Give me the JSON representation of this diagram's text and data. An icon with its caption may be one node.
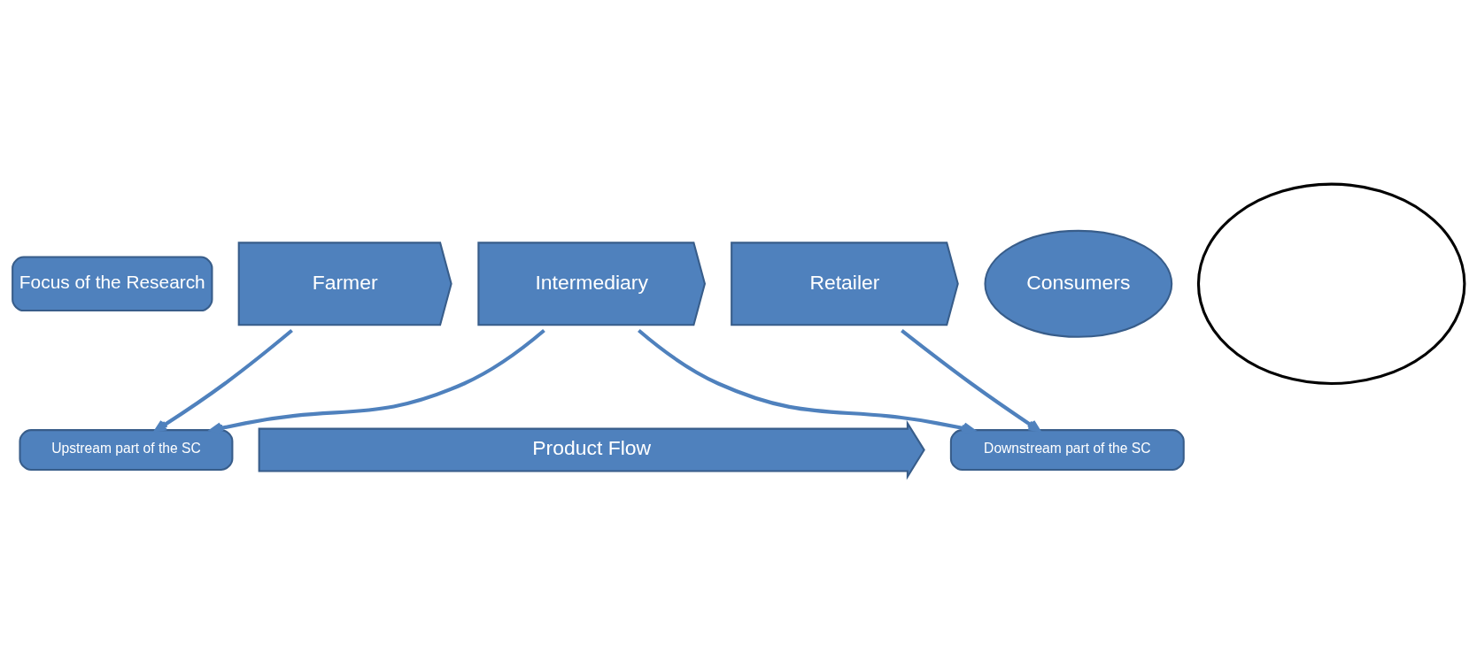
{
  "diagram": {
    "nodes": [
      {
        "text": [
          "Focus of the Research"
        ]
      },
      {
        "text": [],
        "shape": "circle"
      },
      {
        "text": [
          "Upstream part of the SC"
        ]
      },
      {
        "text": [
          "Downstream part of the SC"
        ]
      },
      {
        "text": [
          "Farmer"
        ]
      },
      {
        "text": [
          "Intermediary"
        ]
      },
      {
        "text": [
          "Retailer"
        ]
      },
      {
        "text": [
          "Consumers"
        ]
      },
      {
        "text": [
          "Product Flow"
        ]
      }
    ],
    "edges": [
      {
        "from": 4,
        "to": 2,
        "arrow": "to"
      },
      {
        "from": 5,
        "to": 2,
        "arrow": "to"
      },
      {
        "from": 5,
        "to": 3,
        "arrow": "to"
      },
      {
        "from": 6,
        "to": 3,
        "arrow": "to"
      }
    ]
  }
}
